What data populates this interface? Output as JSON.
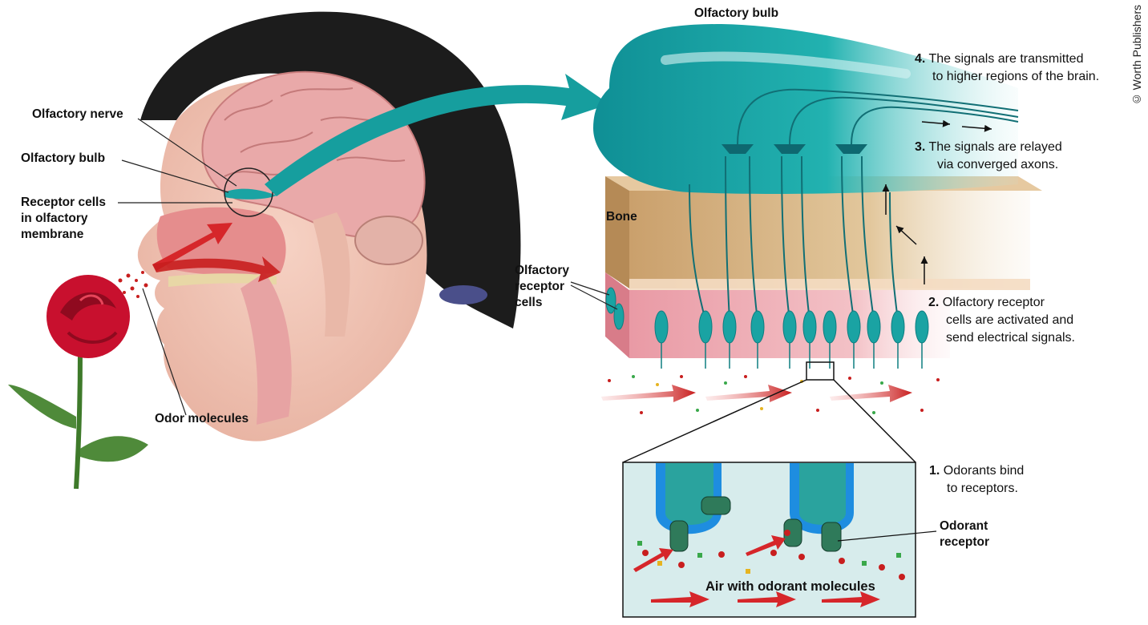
{
  "credit": "© Worth Publishers",
  "labels": {
    "olfactory_nerve": "Olfactory nerve",
    "olfactory_bulb_left": "Olfactory bulb",
    "receptor_cells": [
      "Receptor cells",
      "in olfactory",
      "membrane"
    ],
    "odor_molecules": "Odor molecules",
    "olfactory_bulb_top": "Olfactory bulb",
    "bone": "Bone",
    "olfactory_receptor_cells": [
      "Olfactory",
      "receptor",
      "cells"
    ],
    "odorant_receptor": [
      "Odorant",
      "receptor"
    ],
    "air_with_odorant": "Air with odorant molecules"
  },
  "steps": [
    {
      "num": "1.",
      "line1": "Odorants bind",
      "line2": "to receptors."
    },
    {
      "num": "2.",
      "line1": "Olfactory receptor",
      "line2": "cells are activated and",
      "line3": "send electrical signals."
    },
    {
      "num": "3.",
      "line1": "The signals are relayed",
      "line2": "via converged axons."
    },
    {
      "num": "4.",
      "line1": "The signals are transmitted",
      "line2": "to higher regions of the brain."
    }
  ],
  "colors": {
    "teal": "#1aa3a3",
    "skin": "#f1c7b8",
    "brain": "#e6a3a3",
    "hair": "#1c1c1c",
    "bone": "#d9b98c",
    "tissue": "#f0b0b8",
    "rose": "#c8102e",
    "arrow_red": "#d6262a",
    "inset_bg": "#d7ecec"
  }
}
